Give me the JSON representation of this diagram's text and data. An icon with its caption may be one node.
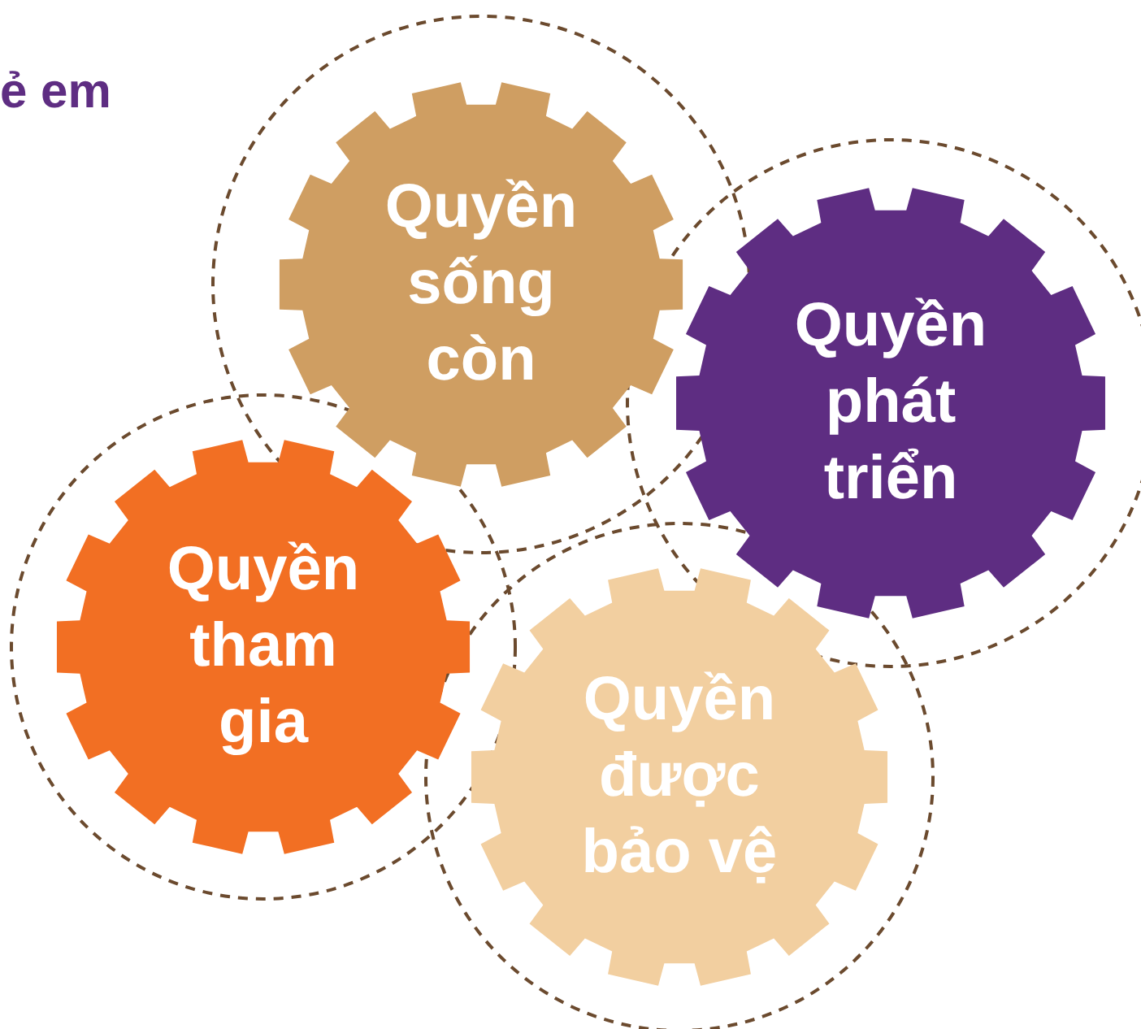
{
  "diagram": {
    "title": "ẻ em",
    "nodes": [
      {
        "text": [
          "Quyền sống còn"
        ]
      },
      {
        "text": [
          "Quyền phát triển"
        ]
      },
      {
        "text": [
          "Quyền tham gia"
        ]
      },
      {
        "text": [
          "Quyền được bảo vệ"
        ]
      }
    ]
  }
}
